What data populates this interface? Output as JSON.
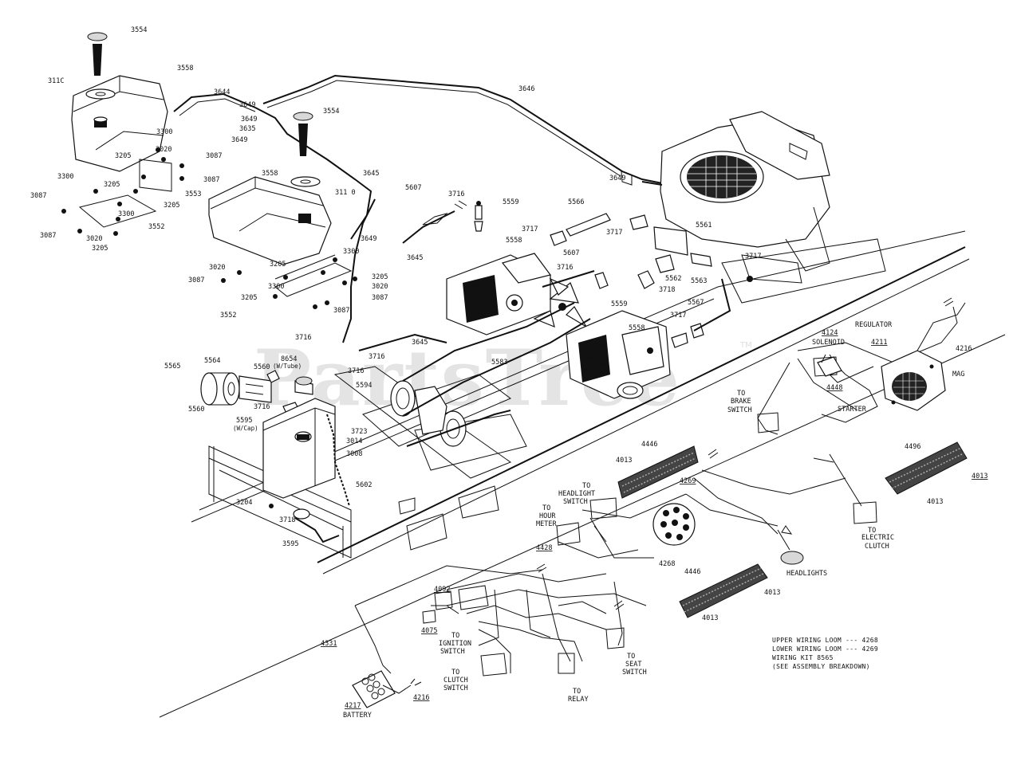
{
  "watermark": {
    "text": "PartsTree",
    "tm": "TM"
  },
  "labels": [
    {
      "id": "l3554a",
      "text": "3554"
    },
    {
      "id": "l3558a",
      "text": "3558"
    },
    {
      "id": "l3110a",
      "text": "311C"
    },
    {
      "id": "l3644",
      "text": "3644"
    },
    {
      "id": "l3649a",
      "text": "3649"
    },
    {
      "id": "l3649b",
      "text": "3649"
    },
    {
      "id": "l3635",
      "text": "3635"
    },
    {
      "id": "l3649c",
      "text": "3649"
    },
    {
      "id": "l3646",
      "text": "3646"
    },
    {
      "id": "l3554b",
      "text": "3554"
    },
    {
      "id": "l3300a",
      "text": "3300"
    },
    {
      "id": "l3205a",
      "text": "3205"
    },
    {
      "id": "l3020a",
      "text": "3020"
    },
    {
      "id": "l3087a",
      "text": "3087"
    },
    {
      "id": "l3087b",
      "text": "3087"
    },
    {
      "id": "l3553",
      "text": "3553"
    },
    {
      "id": "l3300b",
      "text": "3300"
    },
    {
      "id": "l3205b",
      "text": "3205"
    },
    {
      "id": "l3205c",
      "text": "3205"
    },
    {
      "id": "l3087c",
      "text": "3087"
    },
    {
      "id": "l3300c",
      "text": "3300"
    },
    {
      "id": "l3552a",
      "text": "3552"
    },
    {
      "id": "l3087d",
      "text": "3087"
    },
    {
      "id": "l3020b",
      "text": "3020"
    },
    {
      "id": "l3205d",
      "text": "3205"
    },
    {
      "id": "l3645a",
      "text": "3645"
    },
    {
      "id": "l3558b",
      "text": "3558"
    },
    {
      "id": "l3110b",
      "text": "311 0"
    },
    {
      "id": "l3649d",
      "text": "3649"
    },
    {
      "id": "l3649e",
      "text": "3649"
    },
    {
      "id": "l3300d",
      "text": "3300"
    },
    {
      "id": "l3020c",
      "text": "3020"
    },
    {
      "id": "l3205e",
      "text": "3205"
    },
    {
      "id": "l3087e",
      "text": "3087"
    },
    {
      "id": "l3300e",
      "text": "3300"
    },
    {
      "id": "l3205f",
      "text": "3205"
    },
    {
      "id": "l3205g",
      "text": "3205"
    },
    {
      "id": "l3020d",
      "text": "3020"
    },
    {
      "id": "l3087f",
      "text": "3087"
    },
    {
      "id": "l3087g",
      "text": "3087"
    },
    {
      "id": "l3552b",
      "text": "3552"
    },
    {
      "id": "l3645b",
      "text": "3645"
    },
    {
      "id": "l5607a",
      "text": "5607"
    },
    {
      "id": "l3716a",
      "text": "3716"
    },
    {
      "id": "l5559a",
      "text": "5559"
    },
    {
      "id": "l5566",
      "text": "5566"
    },
    {
      "id": "l3717a",
      "text": "3717"
    },
    {
      "id": "l5561",
      "text": "5561"
    },
    {
      "id": "l5558a",
      "text": "5558"
    },
    {
      "id": "l3717b",
      "text": "3717"
    },
    {
      "id": "l5607b",
      "text": "5607"
    },
    {
      "id": "l3716b",
      "text": "3716"
    },
    {
      "id": "l3717c",
      "text": "3717"
    },
    {
      "id": "l5562",
      "text": "5562"
    },
    {
      "id": "l5563",
      "text": "5563"
    },
    {
      "id": "l3718a",
      "text": "3718"
    },
    {
      "id": "l5559b",
      "text": "5559"
    },
    {
      "id": "l5567",
      "text": "5567"
    },
    {
      "id": "l3717d",
      "text": "3717"
    },
    {
      "id": "l5558b",
      "text": "5558"
    },
    {
      "id": "l3716c",
      "text": "3716"
    },
    {
      "id": "l3645c",
      "text": "3645"
    },
    {
      "id": "l3716d",
      "text": "3716"
    },
    {
      "id": "l5583",
      "text": "5583"
    },
    {
      "id": "l3716e",
      "text": "3716"
    },
    {
      "id": "l5565",
      "text": "5565"
    },
    {
      "id": "l5564",
      "text": "5564"
    },
    {
      "id": "l5560a",
      "text": "5560"
    },
    {
      "id": "l8654",
      "text": "8654"
    },
    {
      "id": "l8654t",
      "text": "(W/Tube)"
    },
    {
      "id": "l5594",
      "text": "5594"
    },
    {
      "id": "l5560b",
      "text": "5560"
    },
    {
      "id": "l3716f",
      "text": "3716"
    },
    {
      "id": "l5595",
      "text": "5595"
    },
    {
      "id": "l5595c",
      "text": "(W/Cap)"
    },
    {
      "id": "l3723",
      "text": "3723"
    },
    {
      "id": "l3014",
      "text": "3014"
    },
    {
      "id": "l3008",
      "text": "3008"
    },
    {
      "id": "l5602",
      "text": "5602"
    },
    {
      "id": "l3204",
      "text": "3204"
    },
    {
      "id": "l3718b",
      "text": "3718"
    },
    {
      "id": "l3595",
      "text": "3595"
    },
    {
      "id": "l4124",
      "text": "4124"
    },
    {
      "id": "lsol",
      "text": "SOLENOID"
    },
    {
      "id": "lreg",
      "text": "REGULATOR"
    },
    {
      "id": "l4211",
      "text": "4211"
    },
    {
      "id": "l4216a",
      "text": "4216"
    },
    {
      "id": "lmag",
      "text": "MAG"
    },
    {
      "id": "lto1",
      "text": "TO"
    },
    {
      "id": "lbrake",
      "text": "BRAKE"
    },
    {
      "id": "lswitch1",
      "text": "SWITCH"
    },
    {
      "id": "l4448",
      "text": "4448"
    },
    {
      "id": "lstarter",
      "text": "STARTER"
    },
    {
      "id": "l4446a",
      "text": "4446"
    },
    {
      "id": "l4013a",
      "text": "4013"
    },
    {
      "id": "l4269",
      "text": "4269"
    },
    {
      "id": "l4496",
      "text": "4496"
    },
    {
      "id": "l4013b",
      "text": "4013"
    },
    {
      "id": "l4013c",
      "text": "4013"
    },
    {
      "id": "lto2",
      "text": "TO"
    },
    {
      "id": "lelectric",
      "text": "ELECTRIC"
    },
    {
      "id": "lclutch",
      "text": "CLUTCH"
    },
    {
      "id": "lto3",
      "text": "TO"
    },
    {
      "id": "lheadlight",
      "text": "HEADLIGHT"
    },
    {
      "id": "lswitch2",
      "text": "SWITCH"
    },
    {
      "id": "lto4",
      "text": "TO"
    },
    {
      "id": "lhour",
      "text": "HOUR"
    },
    {
      "id": "lmeter",
      "text": "METER"
    },
    {
      "id": "l4428",
      "text": "4428"
    },
    {
      "id": "l4268",
      "text": "4268"
    },
    {
      "id": "lheadlights",
      "text": "HEADLIGHTS"
    },
    {
      "id": "l4446b",
      "text": "4446"
    },
    {
      "id": "l4013d",
      "text": "4013"
    },
    {
      "id": "l4013e",
      "text": "4013"
    },
    {
      "id": "l4092",
      "text": "4092"
    },
    {
      "id": "l4075",
      "text": "4075"
    },
    {
      "id": "lto5",
      "text": "TO"
    },
    {
      "id": "lignition",
      "text": "IGNITION"
    },
    {
      "id": "lswitch3",
      "text": "SWITCH"
    },
    {
      "id": "l4331",
      "text": "4331"
    },
    {
      "id": "lto6",
      "text": "TO"
    },
    {
      "id": "lclutch2",
      "text": "CLUTCH"
    },
    {
      "id": "lswitch4",
      "text": "SWITCH"
    },
    {
      "id": "lto7",
      "text": "TO"
    },
    {
      "id": "lseat",
      "text": "SEAT"
    },
    {
      "id": "lswitch5",
      "text": "SWITCH"
    },
    {
      "id": "lto8",
      "text": "TO"
    },
    {
      "id": "lrelay",
      "text": "RELAY"
    },
    {
      "id": "l4217",
      "text": "4217"
    },
    {
      "id": "lbattery",
      "text": "BATTERY"
    },
    {
      "id": "l4216b",
      "text": "4216"
    }
  ],
  "legend": [
    {
      "text": "UPPER WIRING LOOM --- 4268"
    },
    {
      "text": "LOWER WIRING LOOM --- 4269"
    },
    {
      "text": "WIRING KIT   8565"
    },
    {
      "text": "(SEE ASSEMBLY BREAKDOWN)"
    }
  ]
}
